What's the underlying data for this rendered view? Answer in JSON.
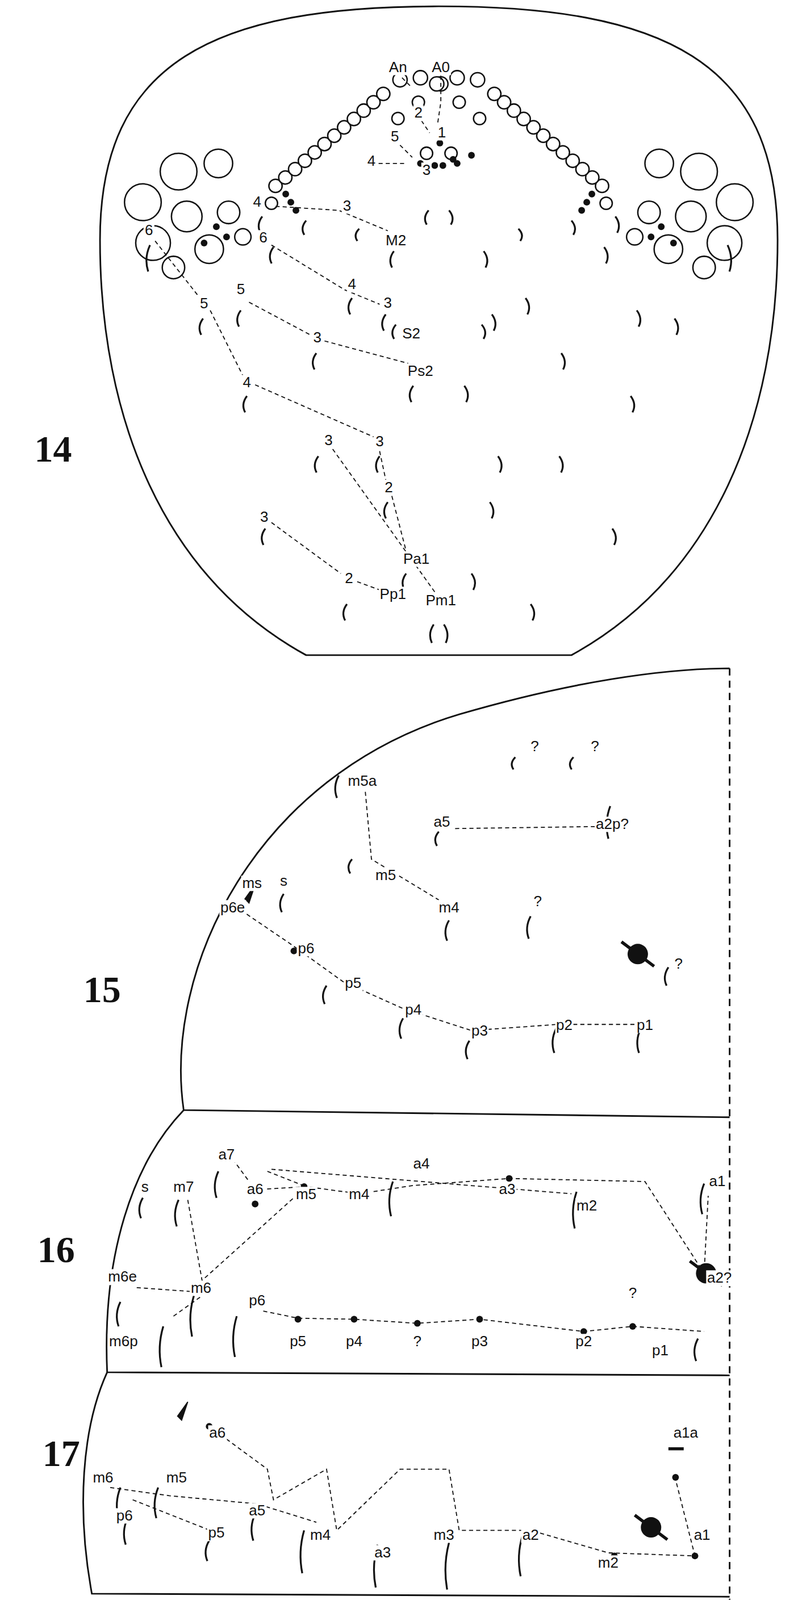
{
  "diagram": {
    "labels": [
      "14",
      "An",
      "A0",
      "2",
      "1",
      "5",
      "4",
      "3",
      "4",
      "3",
      "M2",
      "6",
      "6",
      "4",
      "3",
      "S2",
      "5",
      "5",
      "3",
      "Ps2",
      "4",
      "3",
      "3",
      "2",
      "3",
      "Pa1",
      "2",
      "Pp1",
      "Pm1",
      "15",
      "?",
      "?",
      "m5a",
      "a5",
      "a2p?",
      "ms",
      "s",
      "m5",
      "m4",
      "?",
      "?",
      "p6e",
      "p6",
      "p5",
      "p4",
      "p3",
      "p2",
      "p1",
      "16",
      "s",
      "m7",
      "a7",
      "a6",
      "m5",
      "m4",
      "a4",
      "a3",
      "m2",
      "a1",
      "a2?",
      "?",
      "m6e",
      "m6",
      "m6p",
      "p6",
      "p5",
      "p4",
      "?",
      "p3",
      "p2",
      "p1",
      "17",
      "a6",
      "a1a",
      "m6",
      "m5",
      "a5",
      "p6",
      "p5",
      "m4",
      "a3",
      "m3",
      "a2",
      "m2",
      "a1"
    ]
  }
}
